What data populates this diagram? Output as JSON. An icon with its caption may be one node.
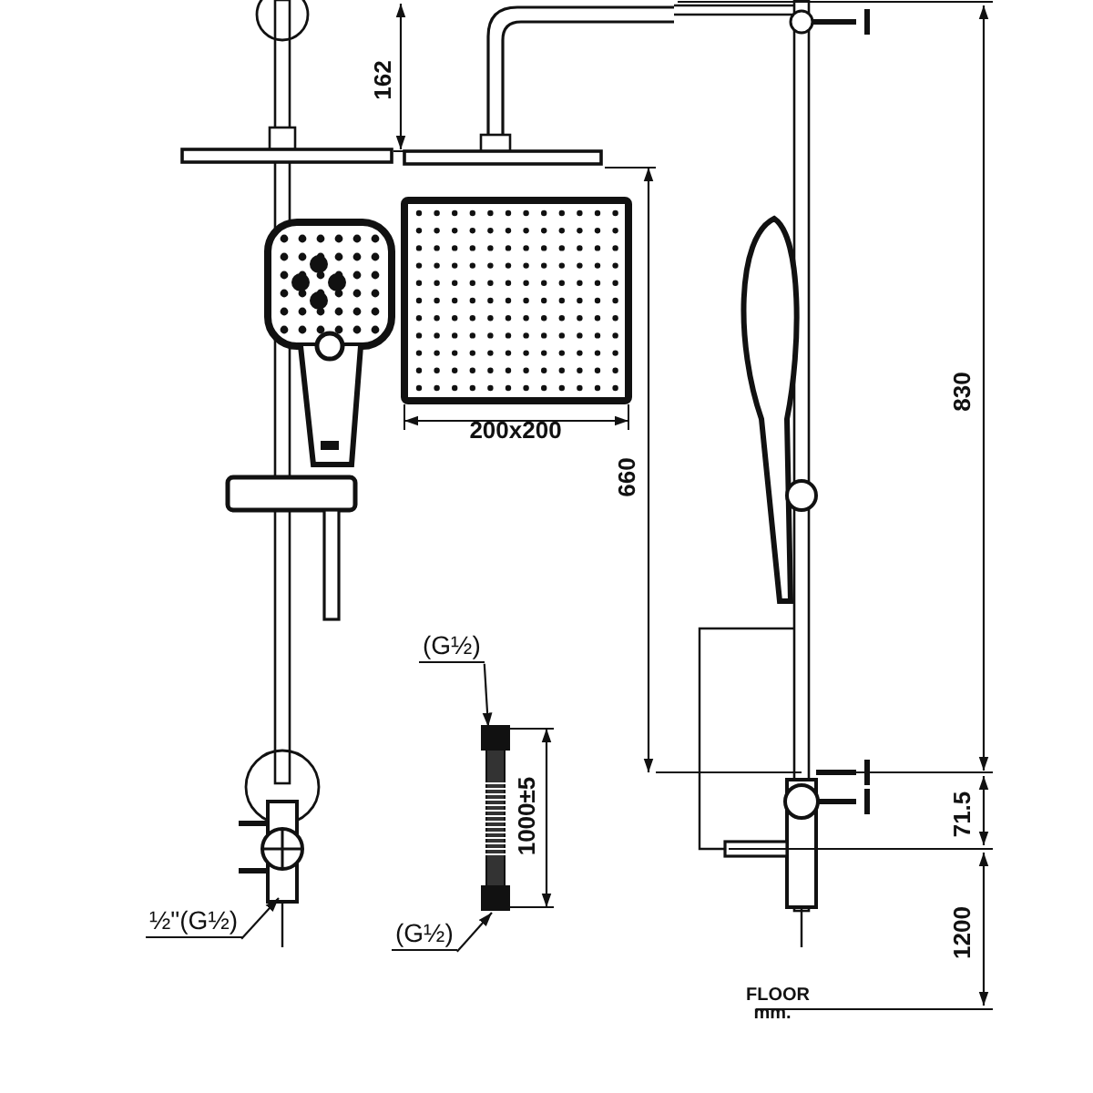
{
  "diagram": {
    "nodes": [
      {
        "text": [
          "½\"(G½)"
        ]
      },
      {
        "text": [
          "(G½)"
        ]
      },
      {
        "text": [
          "(G½)"
        ]
      }
    ],
    "edges": [
      {
        "from": 0,
        "to": null,
        "arrow": "to"
      },
      {
        "from": 1,
        "to": null,
        "arrow": "to"
      },
      {
        "from": 2,
        "to": null,
        "arrow": "to"
      }
    ],
    "labels": [
      "162",
      "200x200",
      "830",
      "660",
      "1000±5",
      "71.5",
      "1200",
      "FLOOR",
      "mm."
    ]
  }
}
